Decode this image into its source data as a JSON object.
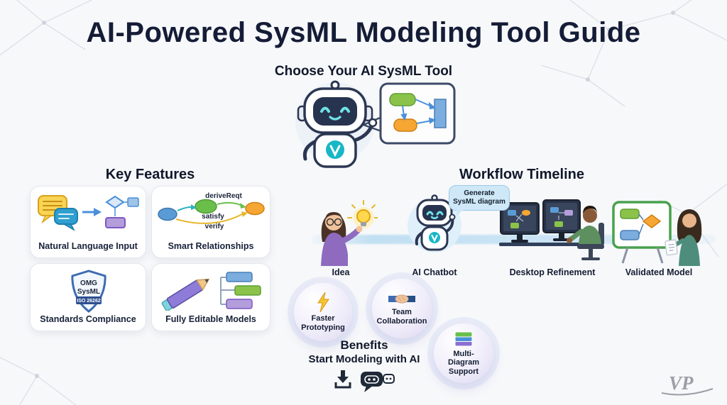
{
  "page": {
    "title": "AI-Powered SysML Modeling Tool Guide",
    "subtitle": "Choose Your AI SysML Tool"
  },
  "key_features": {
    "heading": "Key Features",
    "cards": [
      {
        "label": "Natural Language Input",
        "icon": "chat-to-diagram-icon"
      },
      {
        "label": "Smart Relationships",
        "icon": "relationship-arrows-icon",
        "relationships": [
          "deriveReqt",
          "satisfy",
          "verify"
        ]
      },
      {
        "label": "Standards Compliance",
        "icon": "shield-icon",
        "shield": [
          "OMG",
          "SysML",
          "ISO 26262"
        ]
      },
      {
        "label": "Fully Editable Models",
        "icon": "pencil-diagram-icon"
      }
    ]
  },
  "workflow": {
    "heading": "Workflow Timeline",
    "chatbot_bubble": "Generate SysML diagram",
    "steps": [
      {
        "label": "Idea",
        "icon": "idea-person-lightbulb"
      },
      {
        "label": "AI Chatbot",
        "icon": "robot-chatbot"
      },
      {
        "label": "Desktop Refinement",
        "icon": "person-at-desktop"
      },
      {
        "label": "Validated Model",
        "icon": "validated-diagram-board"
      }
    ]
  },
  "benefits": {
    "heading": "Benefits",
    "items": [
      {
        "label": "Faster Prototyping",
        "icon": "lightning-icon"
      },
      {
        "label": "Team Collaboration",
        "icon": "handshake-icon"
      },
      {
        "label": "Multi-Diagram Support",
        "icon": "layers-icon"
      }
    ],
    "cta": "Start Modeling with AI"
  },
  "branding": {
    "logo": "VP"
  },
  "colors": {
    "navy": "#141c36",
    "teal": "#18b7c6",
    "green": "#6abf4b",
    "orange": "#f6a632",
    "blue": "#5b9bd5",
    "purple": "#9b7fd4",
    "yellow": "#ffd84d"
  }
}
